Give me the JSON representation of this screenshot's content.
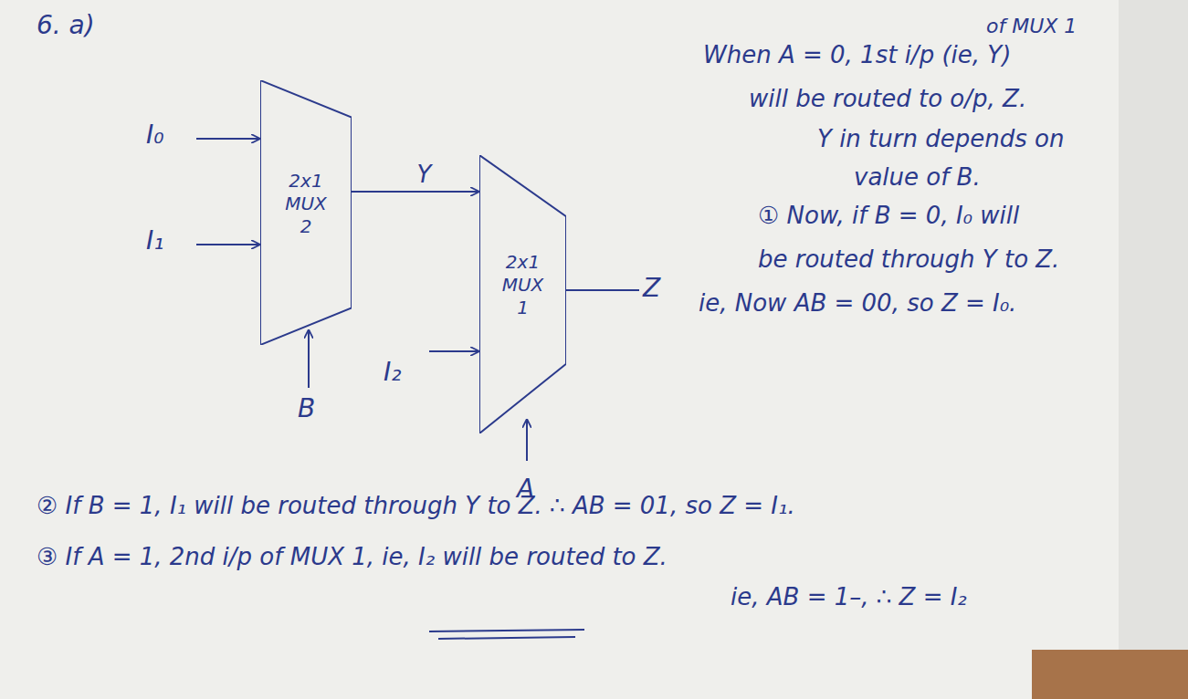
{
  "diagram": {
    "title": "6. a)",
    "nodes": [
      {
        "text": [
          "2x1 MUX 2"
        ]
      },
      {
        "text": [
          "2x1 MUX 1"
        ]
      }
    ],
    "edges": [
      {
        "from": 0,
        "to": 1,
        "arrow": "to",
        "label": "Y"
      }
    ],
    "labels": [
      "I₀",
      "I₁",
      "B",
      "I₂",
      "A",
      "Z",
      "of MUX 1",
      "When A = 0, 1st i/p (ie, Y)",
      "will be routed to o/p, Z.",
      "Y in turn depends on",
      "value of B.",
      "① Now, if B = 0, I₀ will",
      "be routed through Y to Z.",
      "ie, Now AB = 00, so Z = I₀.",
      "② If B = 1, I₁ will be routed through Y to Z. ∴ AB = 01, so Z = I₁.",
      "③ If A = 1, 2nd i/p of MUX 1, ie, I₂ will be routed to Z.",
      "ie, AB = 1–, ∴ Z = I₂"
    ]
  }
}
